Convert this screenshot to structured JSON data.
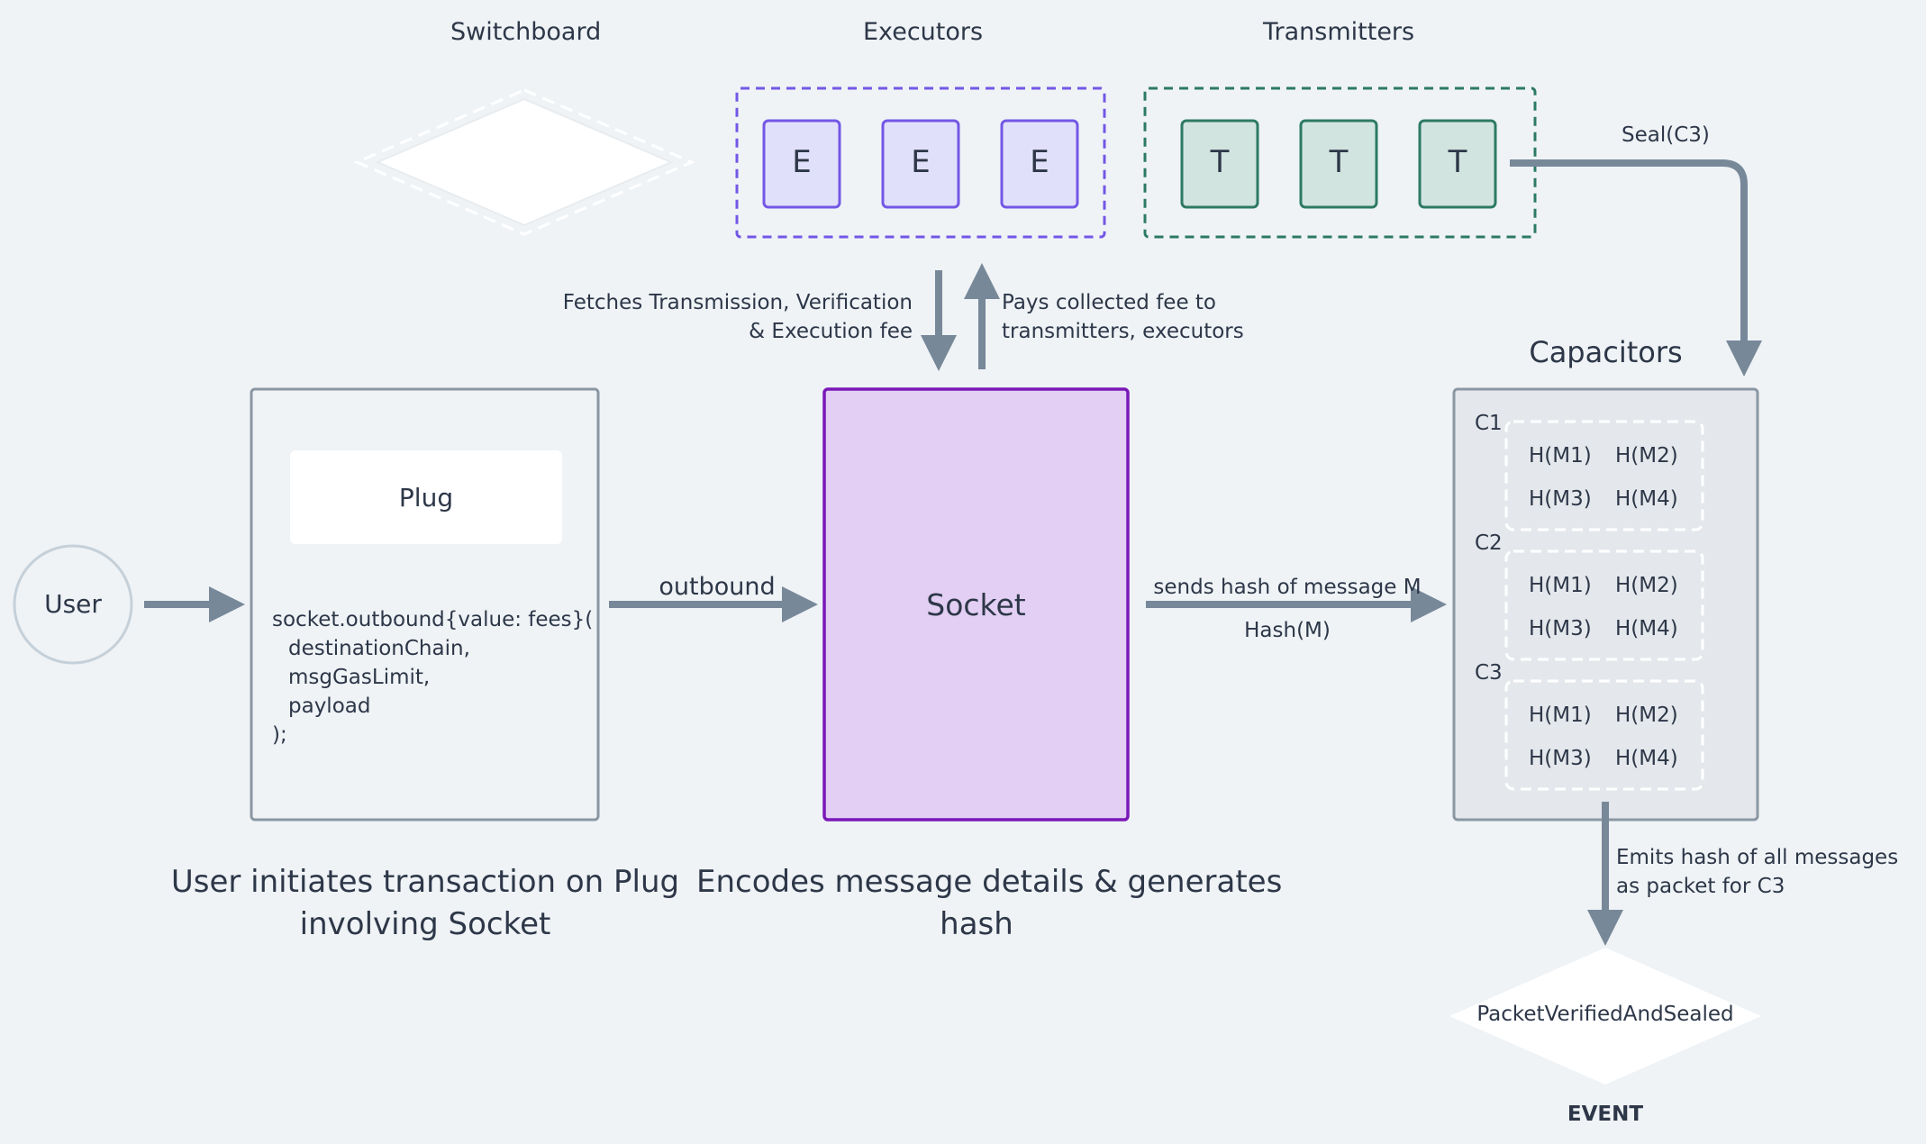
{
  "headers": {
    "switchboard": "Switchboard",
    "executors": "Executors",
    "transmitters": "Transmitters",
    "capacitors": "Capacitors"
  },
  "executors": [
    "E",
    "E",
    "E"
  ],
  "transmitters": [
    "T",
    "T",
    "T"
  ],
  "seal_label": "Seal(C3)",
  "fetch_label": [
    "Fetches Transmission, Verification",
    "& Execution fee"
  ],
  "pays_label": [
    "Pays collected fee to",
    "transmitters, executors"
  ],
  "user_label": "User",
  "plug": {
    "title": "Plug",
    "code": [
      "socket.outbound{value: fees}(",
      "  destinationChain,",
      "  msgGasLimit,",
      "  payload",
      ");"
    ]
  },
  "outbound_label": "outbound",
  "socket_label": "Socket",
  "sends_label": "sends hash of message M",
  "hash_label": "Hash(M)",
  "capacitor_groups": [
    {
      "name": "C1",
      "hashes": [
        "H(M1)",
        "H(M2)",
        "H(M3)",
        "H(M4)"
      ]
    },
    {
      "name": "C2",
      "hashes": [
        "H(M1)",
        "H(M2)",
        "H(M3)",
        "H(M4)"
      ]
    },
    {
      "name": "C3",
      "hashes": [
        "H(M1)",
        "H(M2)",
        "H(M3)",
        "H(M4)"
      ]
    }
  ],
  "emits_label": [
    "Emits hash of all messages",
    "as packet for C3"
  ],
  "event_node": "PacketVerifiedAndSealed",
  "event_caption": "EVENT",
  "captions": {
    "user_initiates": [
      "User initiates transaction on Plug",
      "involving Socket"
    ],
    "encodes": [
      "Encodes message details & generates",
      "hash"
    ]
  },
  "colors": {
    "background": "#eff3f6",
    "arrow": "#778899",
    "executor_border": "#7357e6",
    "executor_fill": "#e1e0fa",
    "transmitter_border": "#2c7a62",
    "transmitter_fill": "#d2e4e0",
    "socket_border": "#7a18b8",
    "socket_fill": "#e2cff3",
    "panel_border": "#8a97a3"
  }
}
